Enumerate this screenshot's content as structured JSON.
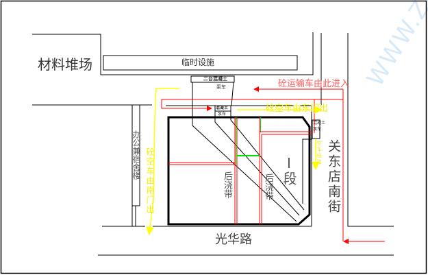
{
  "labels": {
    "material_yard": "材料堆场",
    "temp_facilities": "临时设施",
    "office_dorm": "办公兼宿舍楼",
    "pump_two": "二台混凝土",
    "pump_two_line2": "泵车",
    "pump_mid_line1": "混凝土",
    "pump_mid_line2": "泵车",
    "pump_east_line1": "混凝土",
    "pump_east_line2": "泵车",
    "post_cast_strip_1": "后浇带",
    "post_cast_strip_2": "后浇带",
    "section": "I段",
    "road_south": "光华路",
    "road_east": "关东店南街",
    "truck_entry": "砼运输车由此进入",
    "empty_exit_east": "砼空车由东门出",
    "empty_exit_south": "砼空车由南门出",
    "empty_route": "空车线路"
  },
  "watermark": "WWW.ZHULONGAEC.COM",
  "colors": {
    "route_in": "#ff0000",
    "route_out": "#ffff00",
    "strip": "#00e000",
    "line": "#000000"
  }
}
